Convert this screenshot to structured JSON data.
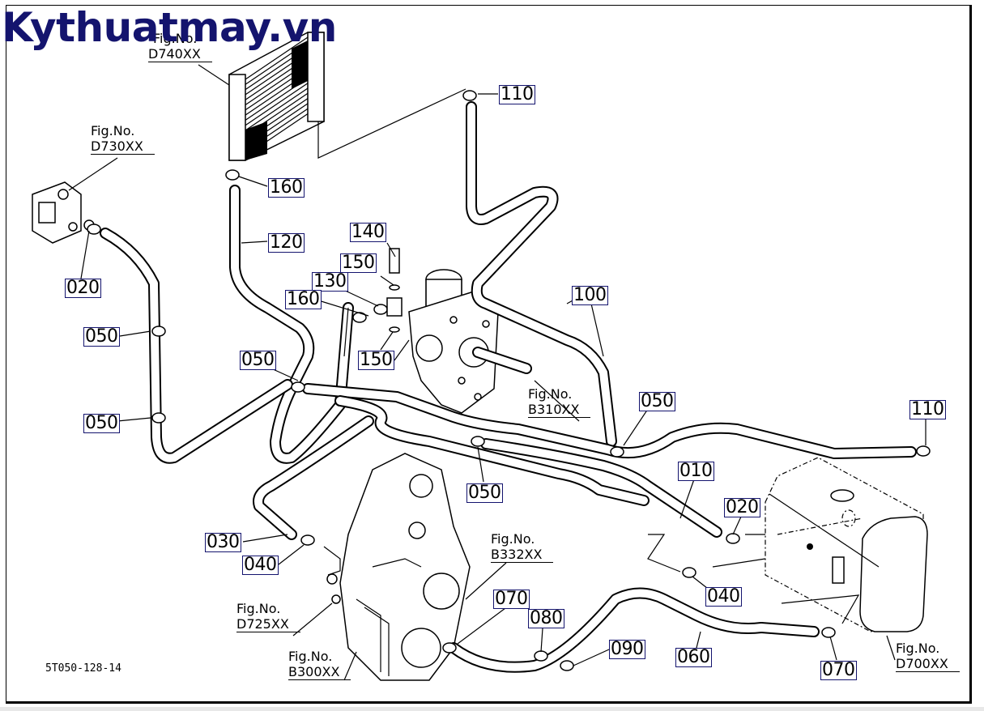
{
  "watermark": "Kythuatmay.vn",
  "drawing_number": "5T050-128-14",
  "part_labels": [
    {
      "id": "110-top",
      "text": "110"
    },
    {
      "id": "160-top",
      "text": "160"
    },
    {
      "id": "120",
      "text": "120"
    },
    {
      "id": "020-left",
      "text": "020"
    },
    {
      "id": "140",
      "text": "140"
    },
    {
      "id": "150-top",
      "text": "150"
    },
    {
      "id": "130",
      "text": "130"
    },
    {
      "id": "160-mid",
      "text": "160"
    },
    {
      "id": "150-bottom",
      "text": "150"
    },
    {
      "id": "100",
      "text": "100"
    },
    {
      "id": "050-a",
      "text": "050"
    },
    {
      "id": "050-b",
      "text": "050"
    },
    {
      "id": "050-c",
      "text": "050"
    },
    {
      "id": "050-d",
      "text": "050"
    },
    {
      "id": "050-e",
      "text": "050"
    },
    {
      "id": "110-right",
      "text": "110"
    },
    {
      "id": "010",
      "text": "010"
    },
    {
      "id": "020-right",
      "text": "020"
    },
    {
      "id": "030",
      "text": "030"
    },
    {
      "id": "040-left",
      "text": "040"
    },
    {
      "id": "040-right",
      "text": "040"
    },
    {
      "id": "070-mid",
      "text": "070"
    },
    {
      "id": "080",
      "text": "080"
    },
    {
      "id": "090",
      "text": "090"
    },
    {
      "id": "060",
      "text": "060"
    },
    {
      "id": "070-right",
      "text": "070"
    }
  ],
  "figure_refs": [
    {
      "id": "D740XX",
      "prefix": "Fig.No.",
      "code": "D740XX"
    },
    {
      "id": "D730XX",
      "prefix": "Fig.No.",
      "code": "D730XX"
    },
    {
      "id": "B310XX",
      "prefix": "Fig.No.",
      "code": "B310XX"
    },
    {
      "id": "B332XX",
      "prefix": "Fig.No.",
      "code": "B332XX"
    },
    {
      "id": "D725XX",
      "prefix": "Fig.No.",
      "code": "D725XX"
    },
    {
      "id": "B300XX",
      "prefix": "Fig.No.",
      "code": "B300XX"
    },
    {
      "id": "D700XX",
      "prefix": "Fig.No.",
      "code": "D700XX"
    }
  ],
  "colors": {
    "label_border": "#14146e",
    "watermark": "#14146e",
    "line": "#000000",
    "background": "#ffffff"
  }
}
